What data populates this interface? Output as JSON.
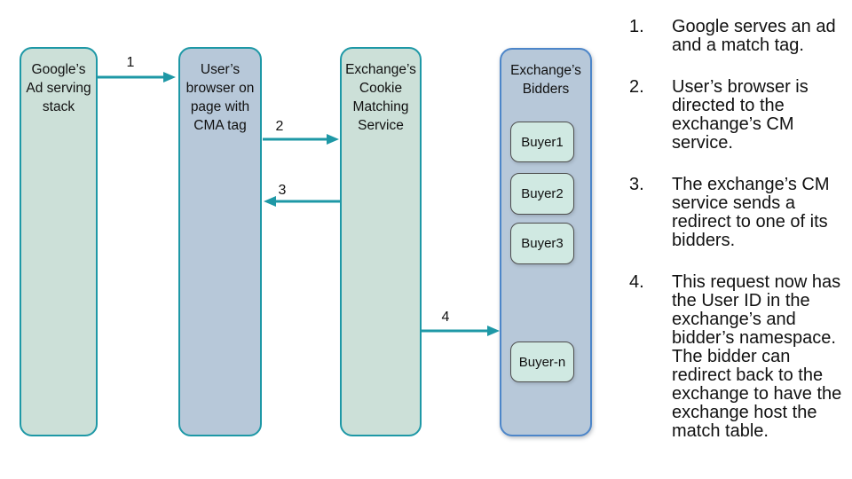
{
  "colors": {
    "teal_stroke": "#1e98a6",
    "green_fill": "#cce0d8",
    "blue_fill": "#b7c8d9",
    "bidders_border": "#4d86c9",
    "buyer_fill": "#d0e9e2",
    "buyer_border": "#4d4d4d",
    "text": "#111111",
    "background": "#ffffff"
  },
  "nodes": [
    {
      "id": "google-ad-stack",
      "label": "Google’s\nAd serving\nstack"
    },
    {
      "id": "user-browser",
      "label": "User’s\nbrowser on\npage with\nCMA tag"
    },
    {
      "id": "cookie-matching-service",
      "label": "Exchange’s\nCookie\nMatching\nService"
    },
    {
      "id": "exchange-bidders",
      "label": "Exchange’s\nBidders"
    }
  ],
  "buyers": [
    "Buyer1",
    "Buyer2",
    "Buyer3",
    "Buyer-n"
  ],
  "arrows": [
    {
      "label": "1",
      "from": "google-ad-stack",
      "to": "user-browser",
      "direction": "right"
    },
    {
      "label": "2",
      "from": "user-browser",
      "to": "cookie-matching-service",
      "direction": "right"
    },
    {
      "label": "3",
      "from": "cookie-matching-service",
      "to": "user-browser",
      "direction": "left"
    },
    {
      "label": "4",
      "from": "cookie-matching-service",
      "to": "exchange-bidders",
      "direction": "right"
    }
  ],
  "steps": [
    {
      "number": "1.",
      "text": "Google serves an ad\nand a match tag."
    },
    {
      "number": "2.",
      "text": "User’s browser is\ndirected to the\nexchange’s CM\nservice."
    },
    {
      "number": "3.",
      "text": "The exchange’s CM\nservice sends a\nredirect to one of its\nbidders."
    },
    {
      "number": "4.",
      "text": "This request now has\nthe User ID in the\nexchange’s and\nbidder’s namespace.\nThe bidder can\nredirect back to the\nexchange to have the\nexchange host the\nmatch table."
    }
  ]
}
